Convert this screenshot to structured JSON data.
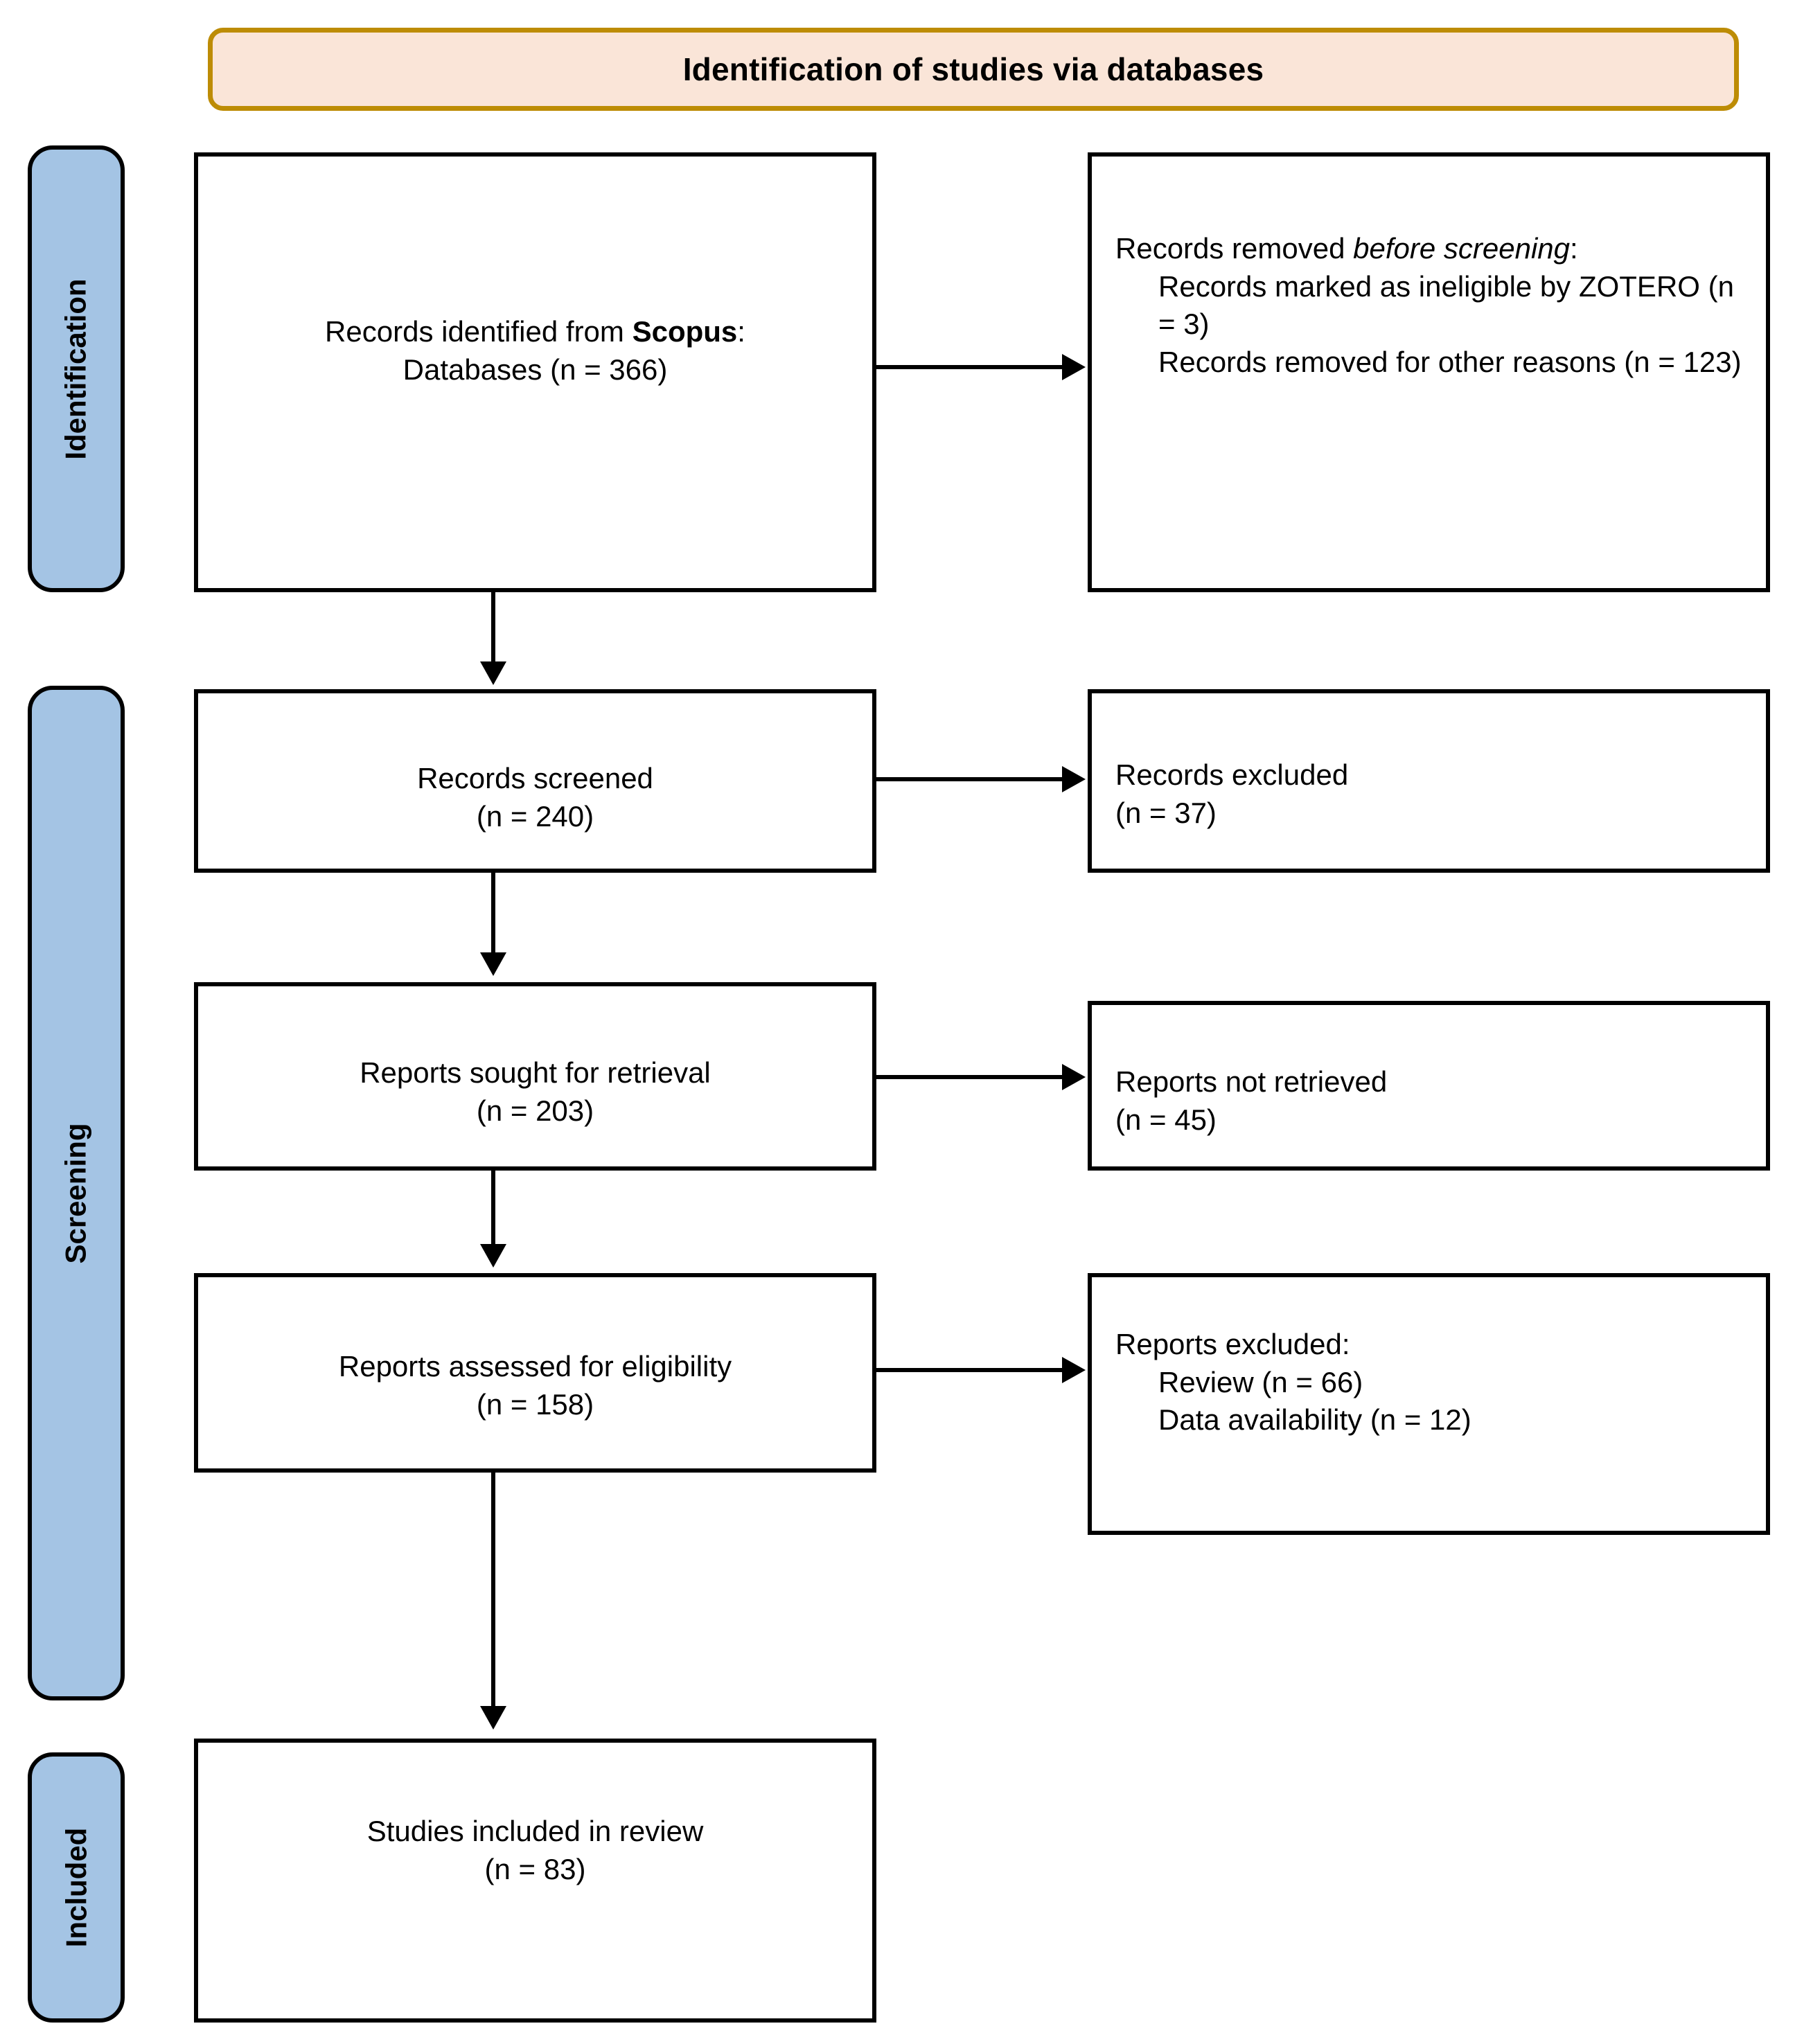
{
  "diagram": {
    "type": "prisma-flow-diagram",
    "banner": {
      "title": "Identification of studies via databases"
    },
    "stages": [
      {
        "id": "identification",
        "label": "Identification"
      },
      {
        "id": "screening",
        "label": "Screening"
      },
      {
        "id": "included",
        "label": "Included"
      }
    ],
    "boxes": {
      "records_identified": {
        "line1_pre": "Records identified from ",
        "line1_bold": "Scopus",
        "line1_post": ":",
        "line2": "Databases (n = 366)"
      },
      "records_removed": {
        "line1_pre": "Records removed ",
        "line1_ital": "before screening",
        "line1_post": ":",
        "line2": "Records marked as ineligible by ZOTERO (n = 3)",
        "line3": "Records removed for other reasons (n = 123)"
      },
      "records_screened": {
        "line1": "Records screened",
        "line2": "(n = 240)"
      },
      "records_excluded": {
        "line1": "Records excluded",
        "line2": "(n = 37)"
      },
      "reports_sought": {
        "line1": "Reports sought for retrieval",
        "line2": "(n = 203)"
      },
      "reports_not_retrieved": {
        "line1": "Reports not retrieved",
        "line2": "(n = 45)"
      },
      "reports_assessed": {
        "line1": "Reports assessed for eligibility",
        "line2": "(n = 158)"
      },
      "reports_excluded": {
        "line1": "Reports excluded:",
        "line2": "Review (n = 66)",
        "line3": "Data availability (n = 12)"
      },
      "studies_included": {
        "line1": "Studies included in review",
        "line2": "(n = 83)"
      }
    },
    "counts": {
      "identified": 366,
      "ineligible_by_zotero": 3,
      "removed_other_reasons": 123,
      "screened": 240,
      "excluded_at_screening": 37,
      "sought_for_retrieval": 203,
      "not_retrieved": 45,
      "assessed_for_eligibility": 158,
      "excluded_review": 66,
      "excluded_data_availability": 12,
      "included_in_review": 83
    },
    "colors": {
      "banner_fill": "#FAE5D8",
      "banner_border": "#BD8C05",
      "stage_fill": "#A4C4E4",
      "stage_border": "#000000",
      "box_border": "#000000",
      "box_fill": "#FFFFFF",
      "connector": "#000000"
    }
  }
}
